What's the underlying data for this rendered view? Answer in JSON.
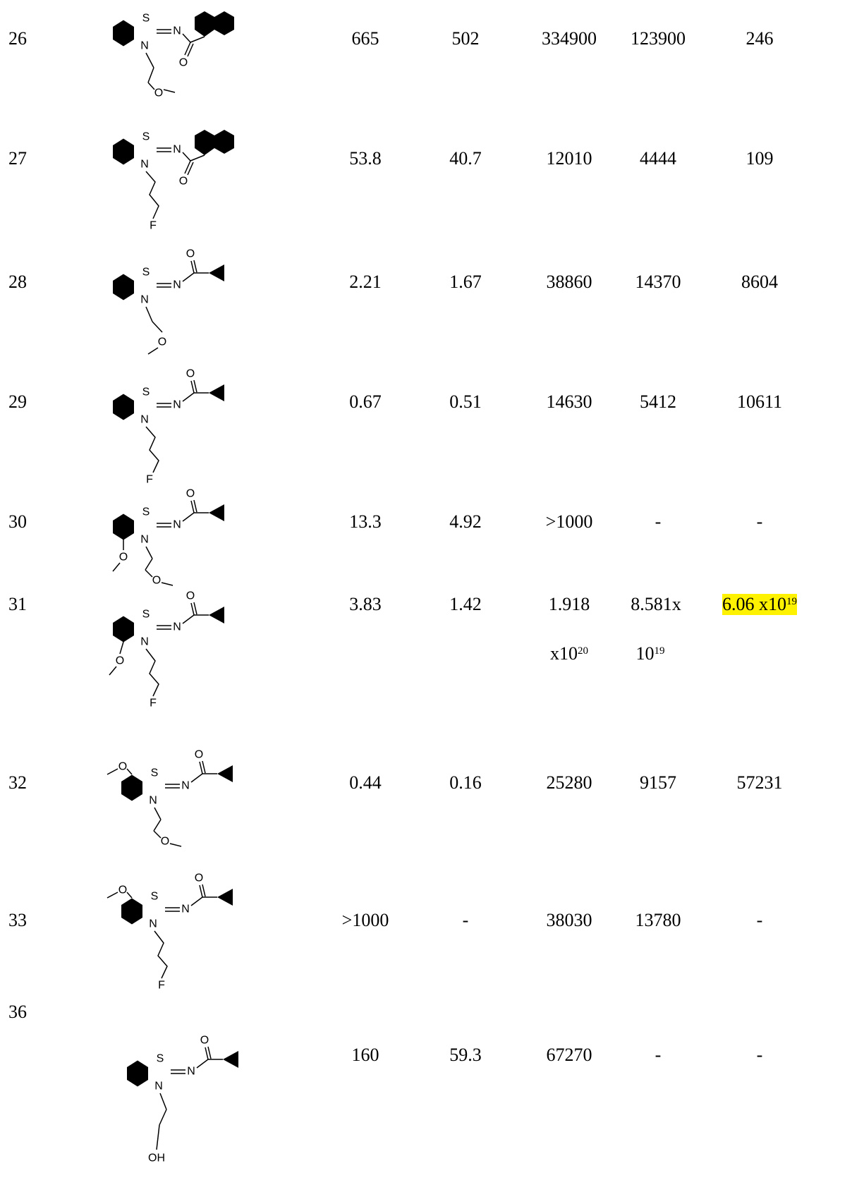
{
  "rows": [
    {
      "id": "26",
      "c1": "665",
      "c2": "502",
      "c3": "334900",
      "c4": "123900",
      "c5": "246"
    },
    {
      "id": "27",
      "c1": "53.8",
      "c2": "40.7",
      "c3": "12010",
      "c4": "4444",
      "c5": "109"
    },
    {
      "id": "28",
      "c1": "2.21",
      "c2": "1.67",
      "c3": "38860",
      "c4": "14370",
      "c5": "8604"
    },
    {
      "id": "29",
      "c1": "0.67",
      "c2": "0.51",
      "c3": "14630",
      "c4": "5412",
      "c5": "10611"
    },
    {
      "id": "30",
      "c1": "13.3",
      "c2": "4.92",
      "c3": ">1000",
      "c4": "-",
      "c5": "-"
    },
    {
      "id": "31",
      "c1": "3.83",
      "c2": "1.42",
      "c3_mantissa": "1.918",
      "c3_base": "x10",
      "c3_exp": "20",
      "c4_mantissa": "8.581x",
      "c4_base": "10",
      "c4_exp": "19",
      "c5_base": "6.06 x10",
      "c5_exp": "19",
      "c5_highlight": "#fff200"
    },
    {
      "id": "32",
      "c1": "0.44",
      "c2": "0.16",
      "c3": "25280",
      "c4": "9157",
      "c5": "57231"
    },
    {
      "id": "33",
      "c1": ">1000",
      "c2": "-",
      "c3": "38030",
      "c4": "13780",
      "c5": "-"
    },
    {
      "id": "36",
      "c1": "160",
      "c2": "59.3",
      "c3": "67270",
      "c4": "-",
      "c5": "-"
    }
  ],
  "atoms": {
    "S": "S",
    "N": "N",
    "O": "O",
    "F": "F",
    "OH": "OH"
  }
}
